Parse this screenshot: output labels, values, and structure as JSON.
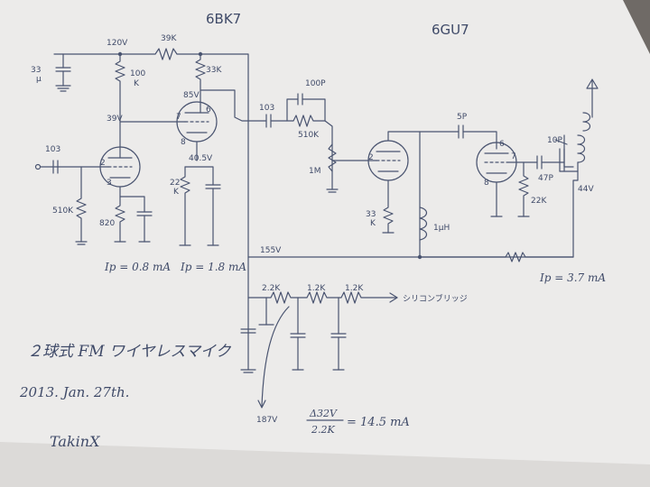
{
  "tubes": {
    "left": "6BK7",
    "right": "6GU7"
  },
  "labels": {
    "c_in": "103",
    "r_grid": "510K",
    "r_cath1": "820",
    "r_plate1": "100\nK",
    "v_plate1": "39V",
    "v_top": "120V",
    "r_top": "39K",
    "c_dec": "33\nμ",
    "r_plate2": "33K",
    "v_plate2": "85V",
    "v_cath2": "40.5V",
    "r_cath2": "22\nK",
    "ip1": "Ip = 0.8 mA",
    "ip2": "Ip = 1.8 mA",
    "c_coup": "103",
    "c_100p": "100P",
    "r_510k2": "510K",
    "pot": "1M",
    "r_cath3": "33\nK",
    "choke": "1μH",
    "c_5p": "5P",
    "c_47p": "47P",
    "r_22k": "22K",
    "c_10p": "10P",
    "v_44": "44V",
    "v_155": "155V",
    "ip3": "Ip = 3.7 mA",
    "r_a": "2.2K",
    "r_b": "1.2K",
    "r_c": "1.2K",
    "bridge": "シリコンブリッジ",
    "v_187": "187V",
    "formula_num": "Δ32V",
    "formula_den": "2.2K",
    "formula_res": "= 14.5 mA"
  },
  "title_jp": "２球式 FM ワイヤレスマイク",
  "date": "2013. Jan. 27th.",
  "signature": "TakinX"
}
